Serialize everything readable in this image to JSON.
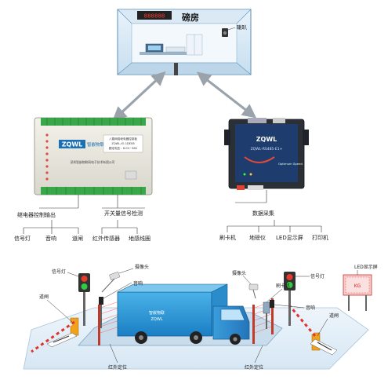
{
  "room": {
    "title": "磅房",
    "speaker": "喇叭",
    "scale_display": "888888"
  },
  "relay_module": {
    "brand": "ZQWL",
    "brand_cn": "智嵌物联",
    "model_line1": "八路网络继电器控制板",
    "model_line2": "ZQWL-IO-1DE08",
    "model_line3": "额定电压：6.0V~36V",
    "maker": "深圳智嵌物联网电子技术有限公司"
  },
  "serial_server": {
    "brand": "ZQWL",
    "model": "ZQWL-RS485-E1+",
    "port": "Optimum Speed"
  },
  "left_labels": {
    "relay_output": "继电器控制输出",
    "switch_detect": "开关量信号检测",
    "signal_light": "信号灯",
    "sound": "音响",
    "gate": "道闸",
    "ir_sensor": "红外传感器",
    "ground_coil": "地感线圈"
  },
  "right_labels": {
    "data_collect": "数据采集",
    "card_reader": "刷卡机",
    "weighing_instrument": "地磅仪",
    "led_screen": "LED显示屏",
    "printer": "打印机"
  },
  "scene_labels": {
    "signal_light_left": "信号灯",
    "camera_left": "摄像头",
    "sound_left": "音响",
    "gate_left": "道闸",
    "ir_left": "红外定位",
    "camera_right": "摄像头",
    "card_reader": "刷卡机",
    "signal_light_right": "信号灯",
    "sound_right": "音响",
    "gate_right": "道闸",
    "ir_right": "红外定位",
    "led_label": "LED显示屏",
    "led_screen_text": "KG",
    "truck_text_1": "智嵌物联",
    "truck_text_2": "ZQWL"
  }
}
